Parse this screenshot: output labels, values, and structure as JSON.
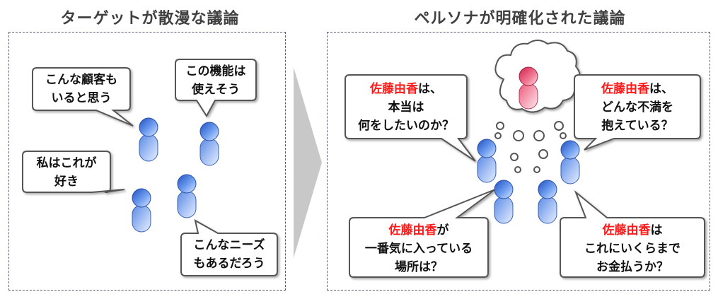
{
  "left_panel": {
    "title": "ターゲットが散漫な議論",
    "bubbles": [
      {
        "line1": "こんな顧客も",
        "line2": "いると思う"
      },
      {
        "line1": "この機能は",
        "line2": "使えそう"
      },
      {
        "line1": "私はこれが",
        "line2": "好き"
      },
      {
        "line1": "こんなニーズ",
        "line2": "もあるだろう"
      }
    ]
  },
  "right_panel": {
    "title": "ペルソナが明確化された議論",
    "persona_name": "佐藤由香",
    "bubbles": [
      {
        "suffix": "は、",
        "line2": "本当は",
        "line3": "何をしたいのか？"
      },
      {
        "suffix": "は、",
        "line2": "どんな不満を",
        "line3": "抱えている？"
      },
      {
        "suffix": "が",
        "line2": "一番気に入っている",
        "line3": "場所は？"
      },
      {
        "suffix": "は",
        "line2": "これにいくらまで",
        "line3": "お金払うか？"
      }
    ]
  },
  "colors": {
    "person_blue": "#4a78d8",
    "person_pink": "#e85a78",
    "highlight": "#ff1a1a",
    "arrow": "#c8c8c8"
  }
}
